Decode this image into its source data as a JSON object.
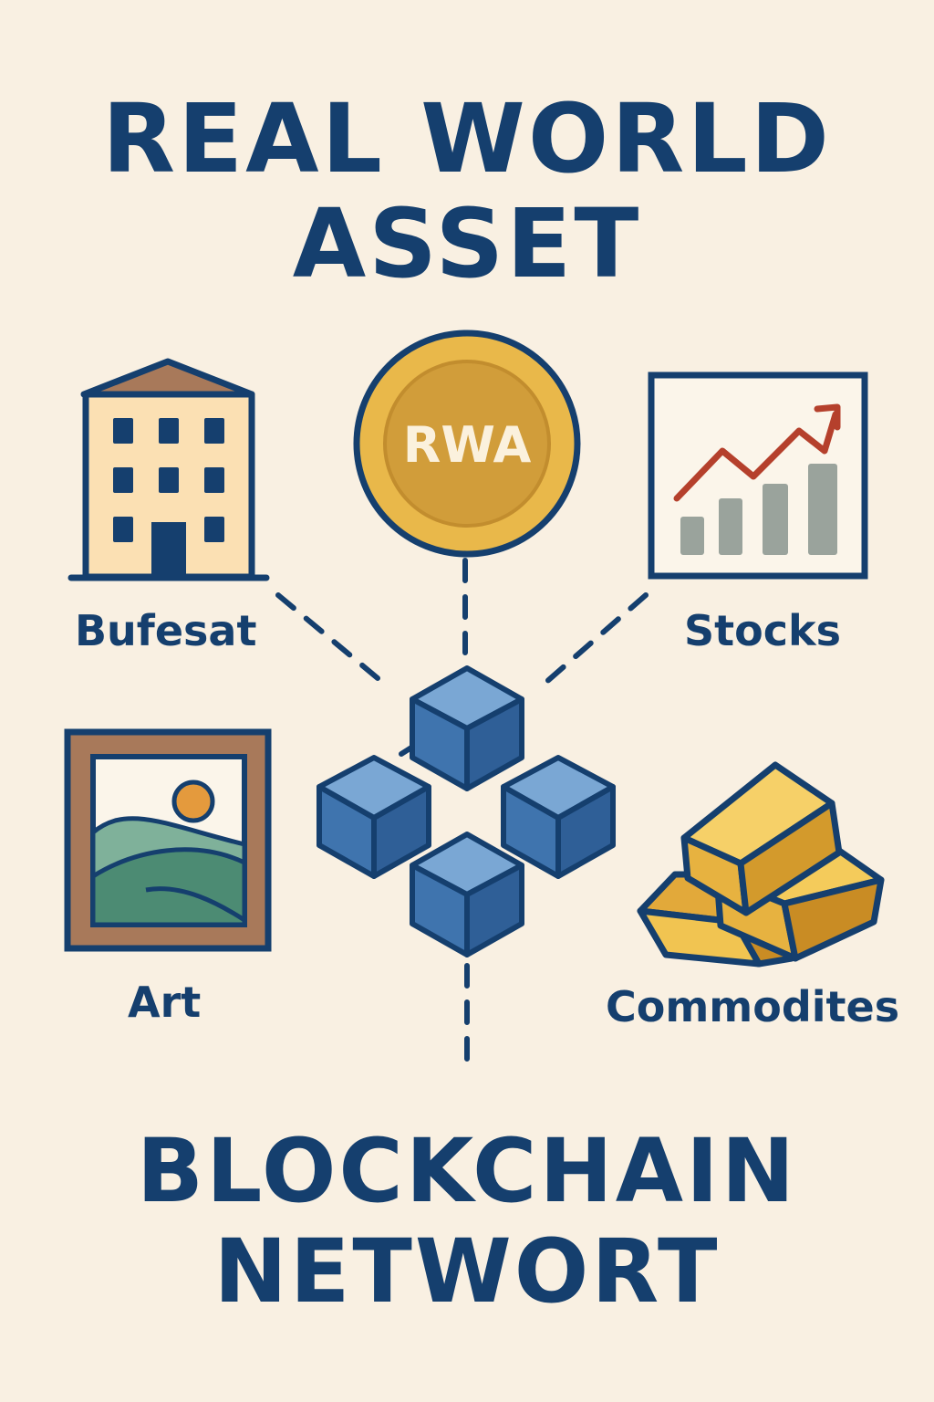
{
  "header": {
    "line1": "REAL WORLD",
    "line2": "ASSET"
  },
  "coin": {
    "label": "RWA",
    "icon": "rwa-coin-icon"
  },
  "assets": {
    "real_estate": {
      "label": "Bufesat",
      "icon": "building-icon"
    },
    "stocks": {
      "label": "Stocks",
      "icon": "stock-chart-icon"
    },
    "art": {
      "label": "Art",
      "icon": "framed-painting-icon"
    },
    "commodities": {
      "label": "Commodites",
      "icon": "gold-bars-icon"
    }
  },
  "network": {
    "icon": "blockchain-cubes-icon"
  },
  "footer": {
    "line1": "BLOCKCHAIN",
    "line2": "NETWORT"
  },
  "colors": {
    "background": "#f9f0e2",
    "navy": "#153f6e",
    "gold": "#e9b84a",
    "cube_blue": "#4a7fb8",
    "chart_red": "#b5402c",
    "chart_gray": "#9aa39c"
  }
}
